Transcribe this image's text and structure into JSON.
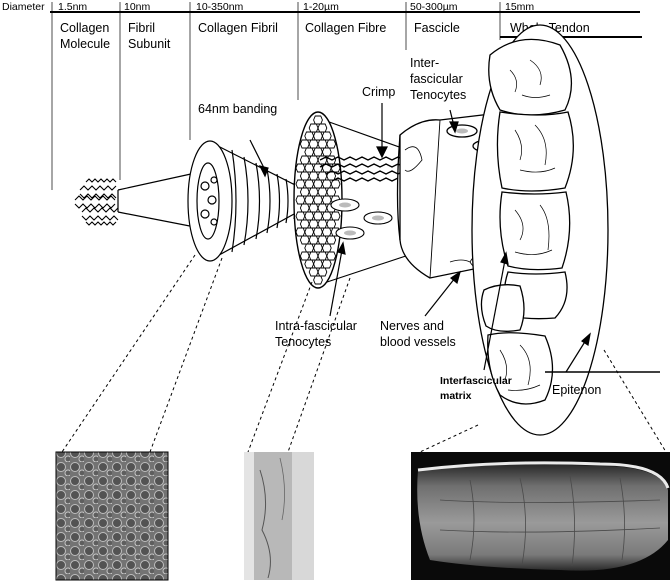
{
  "scale": {
    "diameter_label": "Diameter",
    "columns": [
      {
        "size": "1.5nm",
        "name_line1": "Collagen",
        "name_line2": "Molecule"
      },
      {
        "size": "10nm",
        "name_line1": "Fibril",
        "name_line2": "Subunit"
      },
      {
        "size": "10-350nm",
        "name_line1": "Collagen Fibril",
        "name_line2": ""
      },
      {
        "size": "1-20µm",
        "name_line1": "Collagen Fibre",
        "name_line2": ""
      },
      {
        "size": "50-300µm",
        "name_line1": "Fascicle",
        "name_line2": ""
      },
      {
        "size": "15mm",
        "name_line1": "Whole Tendon",
        "name_line2": ""
      }
    ]
  },
  "labels": {
    "banding": "64nm banding",
    "crimp": "Crimp",
    "inter_tenocytes_line1": "Inter-",
    "inter_tenocytes_line2": "fascicular",
    "inter_tenocytes_line3": "Tenocytes",
    "intra_tenocytes_line1": "Intra-fascicular",
    "intra_tenocytes_line2": "Tenocytes",
    "nerves_line1": "Nerves and",
    "nerves_line2": "blood vessels",
    "matrix_line1": "Interfascicular",
    "matrix_line2": "matrix",
    "epitenon": "Epitenon"
  },
  "micrographs": [
    {
      "name": "fibril-cross-section"
    },
    {
      "name": "fibre-section"
    },
    {
      "name": "tendon-section"
    }
  ]
}
